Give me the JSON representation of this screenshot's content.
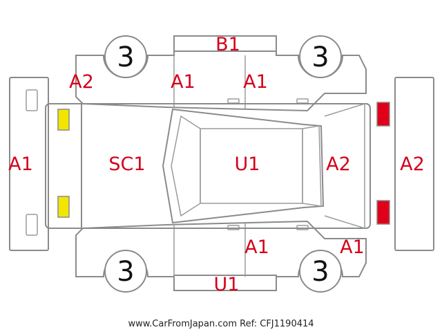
{
  "colors": {
    "damage_code": "#d4001a",
    "outline": "#8a8a8a",
    "front_light": "#f2e600",
    "rear_light": "#e0001a"
  },
  "damage_labels": {
    "roof_front": "B1",
    "rear_bumper_left": "A2",
    "rear_left_door": "A1",
    "front_left_door": "A1",
    "rear_bumper": "A1",
    "trunk": "SC1",
    "roof": "U1",
    "hood": "A2",
    "front_bumper": "A2",
    "front_right_door": "A1",
    "front_right_fender": "A1",
    "right_sill": "U1"
  },
  "wheel_labels": {
    "rear_left": "3",
    "front_left": "3",
    "rear_right": "3",
    "front_right": "3"
  },
  "footer": {
    "text": "www.CarFromJapan.com Ref: CFJ1190414"
  }
}
